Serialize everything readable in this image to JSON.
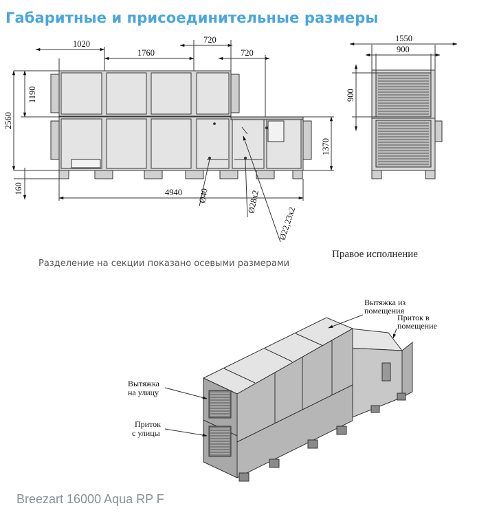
{
  "title": "Габаритные и присоединительные размеры",
  "front_view": {
    "dims": {
      "d1020": "1020",
      "d1760": "1760",
      "d720a": "720",
      "d720b": "720",
      "d4940": "4940",
      "d2560": "2560",
      "d1190": "1190",
      "d160": "160",
      "d1370": "1370",
      "phi40": "Ø40",
      "phi28": "Ø28x2",
      "phi22": "Ø22,23x2"
    }
  },
  "side_view": {
    "dims": {
      "d1550": "1550",
      "d900w": "900",
      "d900h": "900"
    },
    "caption": "Правое исполнение"
  },
  "sections_note": "Разделение на секции показано осевыми размерами",
  "iso_view": {
    "labels": {
      "exhaust_room": [
        "Вытяжка из",
        "помещения"
      ],
      "supply_room": [
        "Приток в",
        "помещение"
      ],
      "exhaust_street": [
        "Вытяжка",
        "на улицу"
      ],
      "supply_street": [
        "Приток",
        "с улицы"
      ]
    }
  },
  "footer": "Breezart 16000 Aqua RP F"
}
